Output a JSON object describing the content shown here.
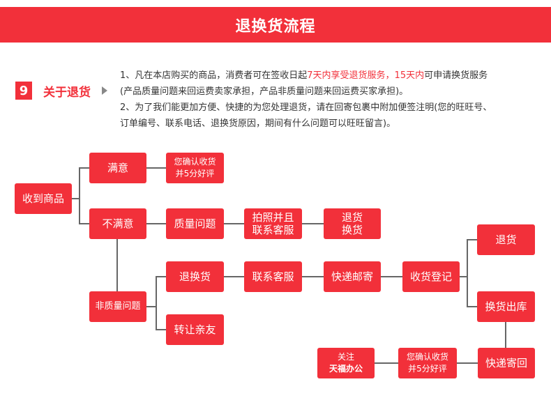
{
  "banner": {
    "title": "退换货流程"
  },
  "section": {
    "number": "9",
    "title": "关于退货"
  },
  "notes": {
    "line1_pre": "1、凡在本店购买的商品，消费者可在签收日起",
    "line1_hl": "7天内享受退货服务，15天内",
    "line1_post": "可申请换货服务",
    "line2": "(产品质量问题来回运费卖家承担，产品非质量问题来回运费买家承担)。",
    "line3": "2、为了我们能更加方便、快捷的为您处理退货，请在回寄包裹中附加便签注明(您的旺旺号、",
    "line4": "订单编号、联系电话、退换货原因，期间有什么问题可以旺旺留言)。"
  },
  "flow": {
    "receive": "收到商品",
    "satisfied": "满意",
    "confirm_top_l1": "您确认收货",
    "confirm_top_l2": "并5分好评",
    "unsatisfied": "不满意",
    "quality_issue": "质量问题",
    "photo_l1": "拍照并且",
    "photo_l2": "联系客服",
    "return_exchange_l1": "退货",
    "return_exchange_l2": "换货",
    "non_quality": "非质量问题",
    "return_exchange": "退换货",
    "contact_service": "联系客服",
    "express_mail": "快递邮寄",
    "register": "收货登记",
    "refund": "退货",
    "exchange_out": "换货出库",
    "transfer": "转让亲友",
    "express_back": "快递寄回",
    "confirm_bottom_l1": "您确认收货",
    "confirm_bottom_l2": "并5分好评",
    "follow_l1": "关注",
    "follow_l2": "天福办公"
  },
  "colors": {
    "accent": "#f2303a",
    "line": "#666666"
  }
}
